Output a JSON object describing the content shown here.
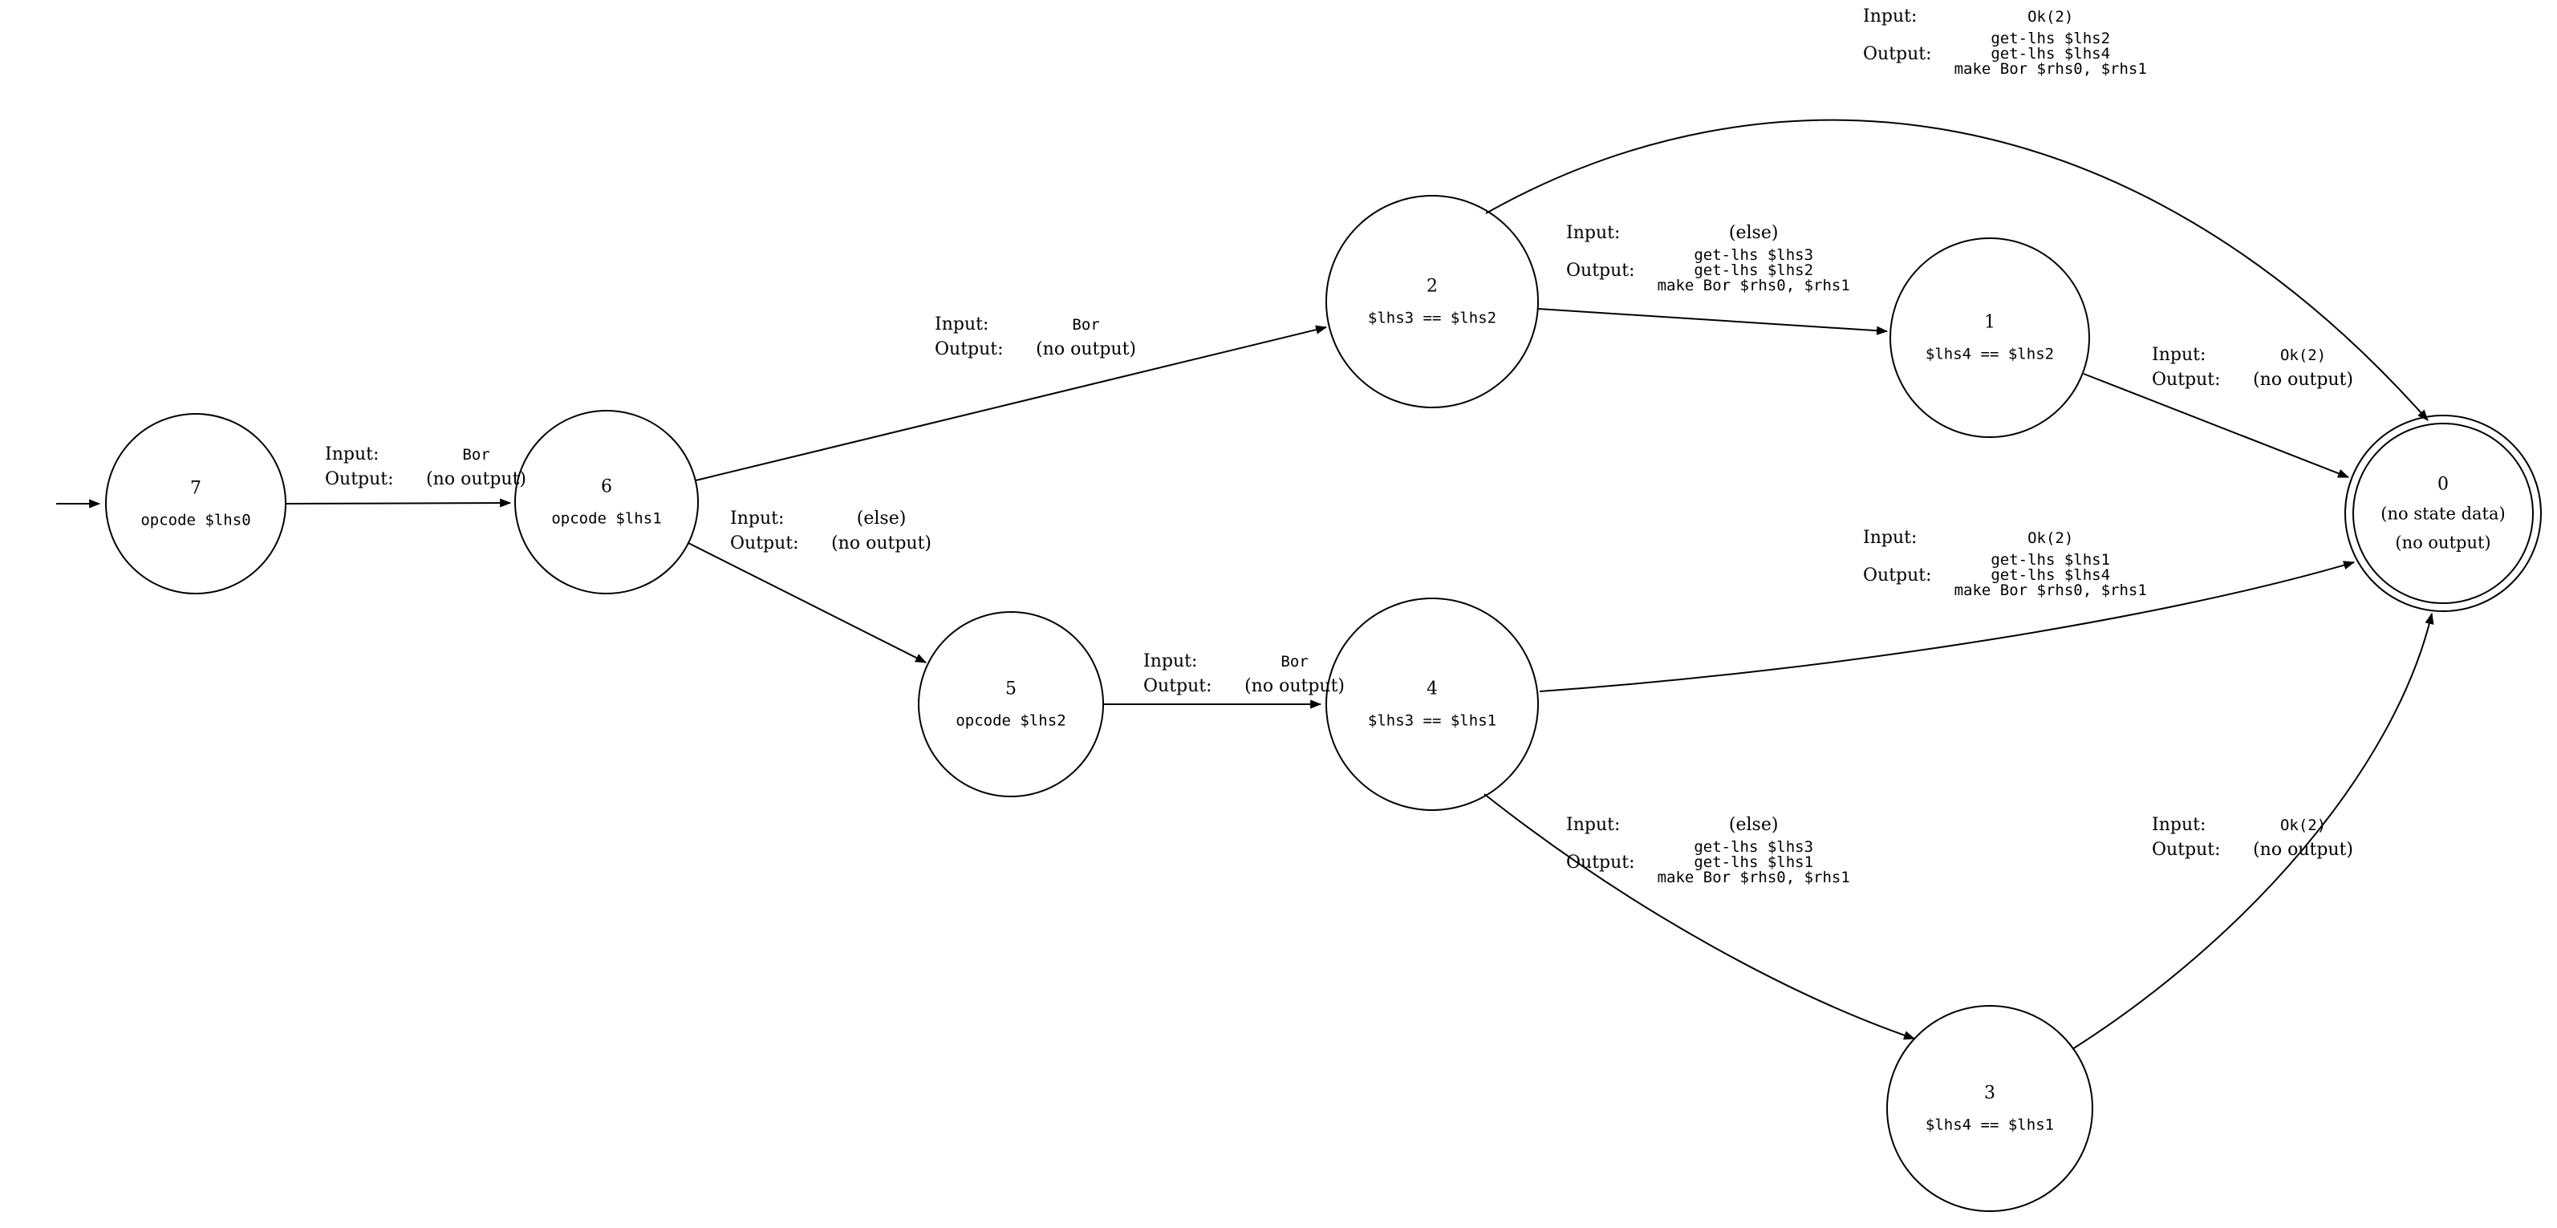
{
  "labels": {
    "input_key": "Input:",
    "output_key": "Output:"
  },
  "nodes": {
    "n7": {
      "id": "7",
      "detail": "opcode $lhs0"
    },
    "n6": {
      "id": "6",
      "detail": "opcode $lhs1"
    },
    "n5": {
      "id": "5",
      "detail": "opcode $lhs2"
    },
    "n2": {
      "id": "2",
      "detail": "$lhs3 == $lhs2"
    },
    "n4": {
      "id": "4",
      "detail": "$lhs3 == $lhs1"
    },
    "n1": {
      "id": "1",
      "detail": "$lhs4 == $lhs2"
    },
    "n3": {
      "id": "3",
      "detail": "$lhs4 == $lhs1"
    },
    "n0": {
      "id": "0",
      "detail": "(no state data)",
      "detail2": "(no output)"
    }
  },
  "edges": {
    "e7_6": {
      "from": "7",
      "to": "6",
      "input": "Bor",
      "output": [
        "(no output)"
      ]
    },
    "e6_2": {
      "from": "6",
      "to": "2",
      "input": "Bor",
      "output": [
        "(no output)"
      ]
    },
    "e6_5": {
      "from": "6",
      "to": "5",
      "input": "(else)",
      "output": [
        "(no output)"
      ]
    },
    "e5_4": {
      "from": "5",
      "to": "4",
      "input": "Bor",
      "output": [
        "(no output)"
      ]
    },
    "e2_0": {
      "from": "2",
      "to": "0",
      "input": "Ok(2)",
      "output": [
        "get-lhs $lhs2",
        "get-lhs $lhs4",
        "make Bor $rhs0, $rhs1"
      ]
    },
    "e2_1": {
      "from": "2",
      "to": "1",
      "input": "(else)",
      "output": [
        "get-lhs $lhs3",
        "get-lhs $lhs2",
        "make Bor $rhs0, $rhs1"
      ]
    },
    "e1_0": {
      "from": "1",
      "to": "0",
      "input": "Ok(2)",
      "output": [
        "(no output)"
      ]
    },
    "e4_0": {
      "from": "4",
      "to": "0",
      "input": "Ok(2)",
      "output": [
        "get-lhs $lhs1",
        "get-lhs $lhs4",
        "make Bor $rhs0, $rhs1"
      ]
    },
    "e4_3": {
      "from": "4",
      "to": "3",
      "input": "(else)",
      "output": [
        "get-lhs $lhs3",
        "get-lhs $lhs1",
        "make Bor $rhs0, $rhs1"
      ]
    },
    "e3_0": {
      "from": "3",
      "to": "0",
      "input": "Ok(2)",
      "output": [
        "(no output)"
      ]
    }
  }
}
